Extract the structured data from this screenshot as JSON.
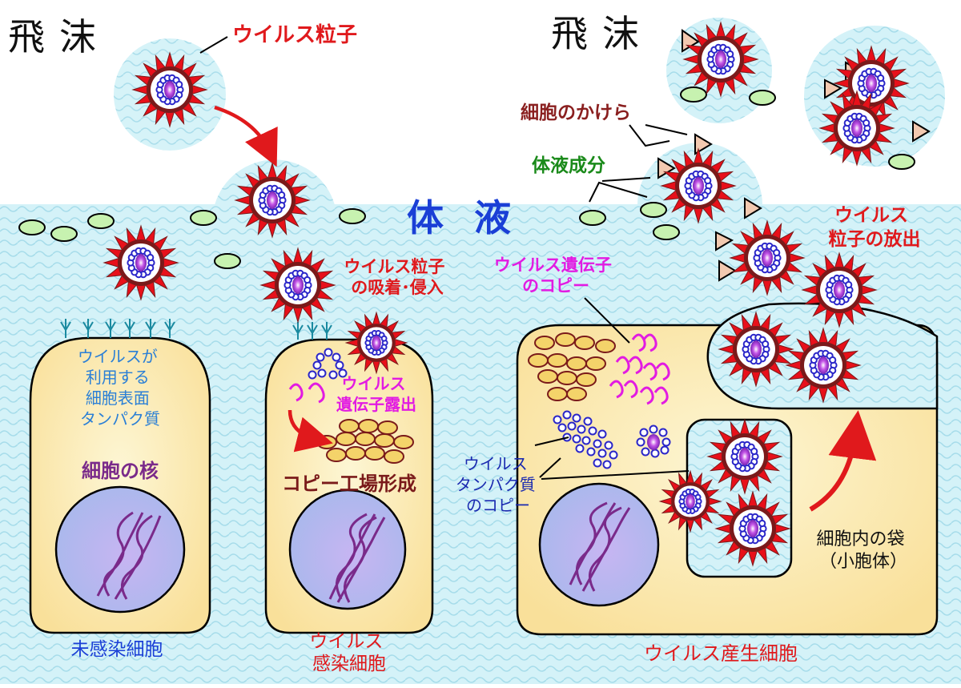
{
  "colors": {
    "fluid": "#d4f2f8",
    "fluid_wave": "#9fdbe9",
    "cell_fill": "#fbe7a9",
    "cell_fill_center": "#fdf3c8",
    "nucleus": "#b8b4ee",
    "virus_spike": "#e8101a",
    "virus_dark": "#7a1a1a",
    "virus_blue": "#2a26c9",
    "virus_core": "#9b2cd6",
    "droplet": "#ccf0f7",
    "green_bead": "#c7f2b0",
    "fragment": "#f2c9b0",
    "dna": "#7a2a8a",
    "red_label": "#e0191c",
    "blue_label": "#1a3fd6",
    "light_blue_label": "#2a7fd6",
    "purple_label": "#7a2a8a",
    "magenta_label": "#e21be2",
    "brown_label": "#8a1f1f",
    "green_label": "#1a8a1a",
    "navy_label": "#1a2ab0",
    "black_label": "#111111"
  },
  "labels": {
    "droplet_left": "飛沫",
    "droplet_right": "飛沫",
    "virus_particle": "ウイルス粒子",
    "body_fluid": "体液",
    "cell_fragment": "細胞のかけら",
    "fluid_component": "体液成分",
    "virus_release": [
      "ウイルス",
      "粒子の放出"
    ],
    "adsorption": [
      "ウイルス粒子",
      "の吸着･侵入"
    ],
    "gene_copy": [
      "ウイルス遺伝子",
      "のコピー"
    ],
    "surface_protein": [
      "ウイルスが",
      "利用する",
      "細胞表面",
      "タンパク質"
    ],
    "nucleus": "細胞の核",
    "gene_exposure": [
      "ウイルス",
      "遺伝子露出"
    ],
    "factory": "コピー工場形成",
    "protein_copy": [
      "ウイルス",
      "タンパク質",
      "のコピー"
    ],
    "vesicle": [
      "細胞内の袋",
      "（小胞体）"
    ],
    "uninfected_cell": "未感染細胞",
    "infected_cell": [
      "ウイルス",
      "感染細胞"
    ],
    "producing_cell": "ウイルス産生細胞"
  }
}
